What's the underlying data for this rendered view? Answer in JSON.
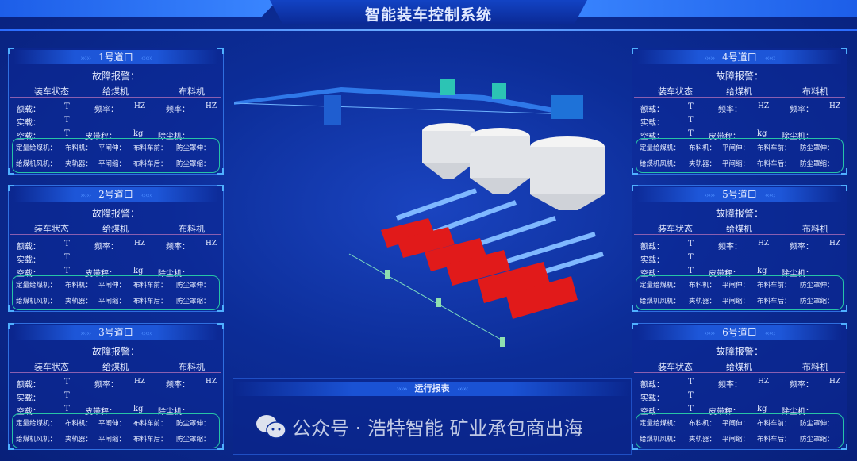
{
  "header": {
    "title": "智能装车控制系统"
  },
  "labels": {
    "fault": "故障报警：",
    "col_status": "装车状态",
    "col_feeder": "给煤机",
    "col_distributor": "布料机",
    "rated": "额载：",
    "actual": "实载：",
    "empty": "空载：",
    "unit_t": "T",
    "freq": "频率：",
    "unit_hz": "HZ",
    "belt_scale": "皮带秤：",
    "unit_kg": "kg",
    "dust": "除尘机：",
    "g1": [
      "定量给煤机：",
      "布料机：",
      "平闸伸：",
      "布料车前：",
      "防尘罩伸："
    ],
    "g2": [
      "给煤机风机：",
      "夹轨器：",
      "平闸缩：",
      "布料车后：",
      "防尘罩缩："
    ],
    "arrows_l": "›››››",
    "arrows_r": "‹‹‹‹‹"
  },
  "panels": [
    {
      "title": "1号道口"
    },
    {
      "title": "2号道口"
    },
    {
      "title": "3号道口"
    },
    {
      "title": "4号道口"
    },
    {
      "title": "5号道口"
    },
    {
      "title": "6号道口"
    }
  ],
  "report": {
    "title": "运行报表"
  },
  "watermark": "公众号 · 浩特智能 矿业承包商出海",
  "colors": {
    "accent": "#27c4a6",
    "truck": "#e11a1a",
    "silo": "#e8eaee"
  }
}
